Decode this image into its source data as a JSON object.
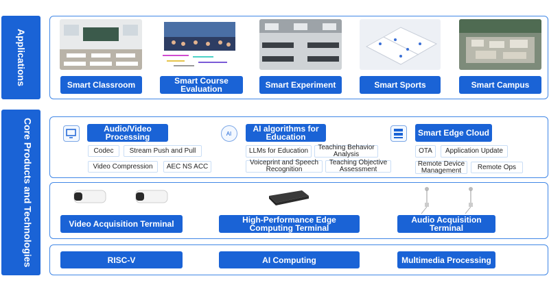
{
  "applications": {
    "section_label": "Applications",
    "items": [
      {
        "label": "Smart Classroom",
        "image": "classroom-photo"
      },
      {
        "label": "Smart Course Evaluation",
        "image": "lecture-hall-photo"
      },
      {
        "label": "Smart Experiment",
        "image": "lab-photo"
      },
      {
        "label": "Smart Sports",
        "image": "sports-field-render"
      },
      {
        "label": "Smart Campus",
        "image": "campus-aerial-photo"
      }
    ]
  },
  "core": {
    "section_label": "Core Products and Technologies",
    "groups": [
      {
        "title": "Audio/Video Processing",
        "icon": "monitor-icon",
        "tags": [
          "Codec",
          "Stream Push and Pull",
          "Video Compression",
          "AEC NS ACC"
        ]
      },
      {
        "title": "AI algorithms for Education",
        "icon": "ai-chip-icon",
        "tags": [
          "LLMs for Education",
          "Teaching Behavior Analysis",
          "Voiceprint and Speech Recognition",
          "Teaching Objective Assessment"
        ]
      },
      {
        "title": "Smart Edge Cloud",
        "icon": "server-icon",
        "tags": [
          "OTA",
          "Application Update",
          "Remote Device Management",
          "Remote Ops"
        ]
      }
    ],
    "terminals": [
      {
        "label": "Video Acquisition Terminal",
        "image": "camera-devices"
      },
      {
        "label": "High-Performance Edge Computing Terminal",
        "image": "edge-box-device"
      },
      {
        "label": "Audio Acquisition Terminal",
        "image": "hanging-microphones"
      }
    ],
    "foundations": [
      "RISC-V",
      "AI Computing",
      "Multimedia Processing"
    ]
  },
  "colors": {
    "accent": "#1a63d6",
    "border": "#3f86e6",
    "tag_border": "#c9ddf5"
  }
}
